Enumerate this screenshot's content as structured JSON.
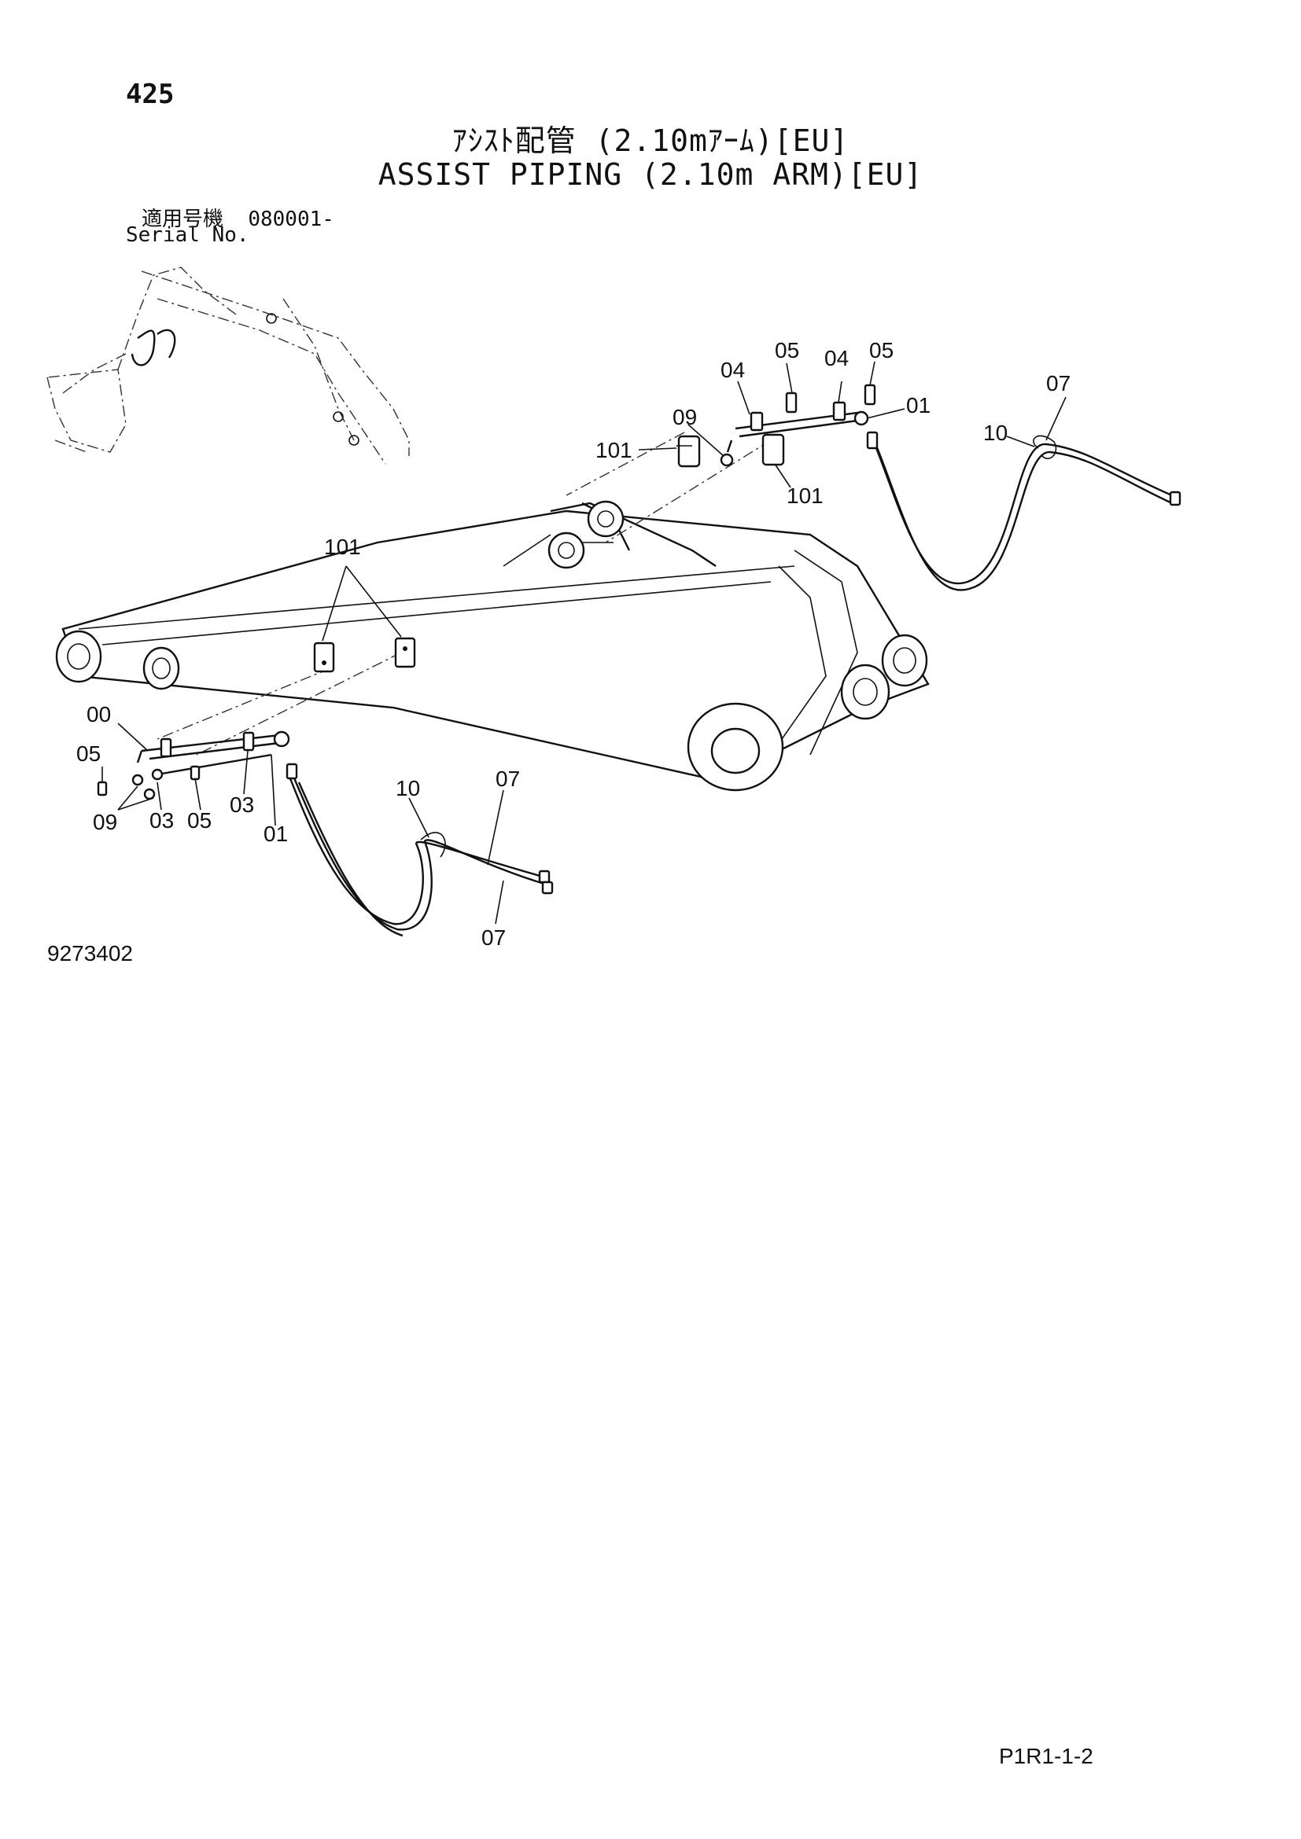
{
  "page_number": "425",
  "title_jp": "ｱｼｽﾄ配管 (2.10mｱｰﾑ)[EU]",
  "title_en": "ASSIST PIPING (2.10m ARM)[EU]",
  "serial": {
    "label_jp": "適用号機",
    "value": "080001-",
    "label_en": "Serial No."
  },
  "drawing_code": "9273402",
  "page_ref": "P1R1-1-2",
  "callouts": {
    "top": {
      "c05a": "05",
      "c05b": "05",
      "c04a": "04",
      "c04b": "04",
      "c01": "01",
      "c09": "09",
      "c101a": "101",
      "c101b": "101",
      "c07": "07",
      "c10": "10"
    },
    "mid": {
      "c101": "101"
    },
    "bottom": {
      "c00": "00",
      "c05a": "05",
      "c09": "09",
      "c03a": "03",
      "c05b": "05",
      "c03b": "03",
      "c01": "01",
      "c10": "10",
      "c07a": "07",
      "c07b": "07"
    }
  }
}
